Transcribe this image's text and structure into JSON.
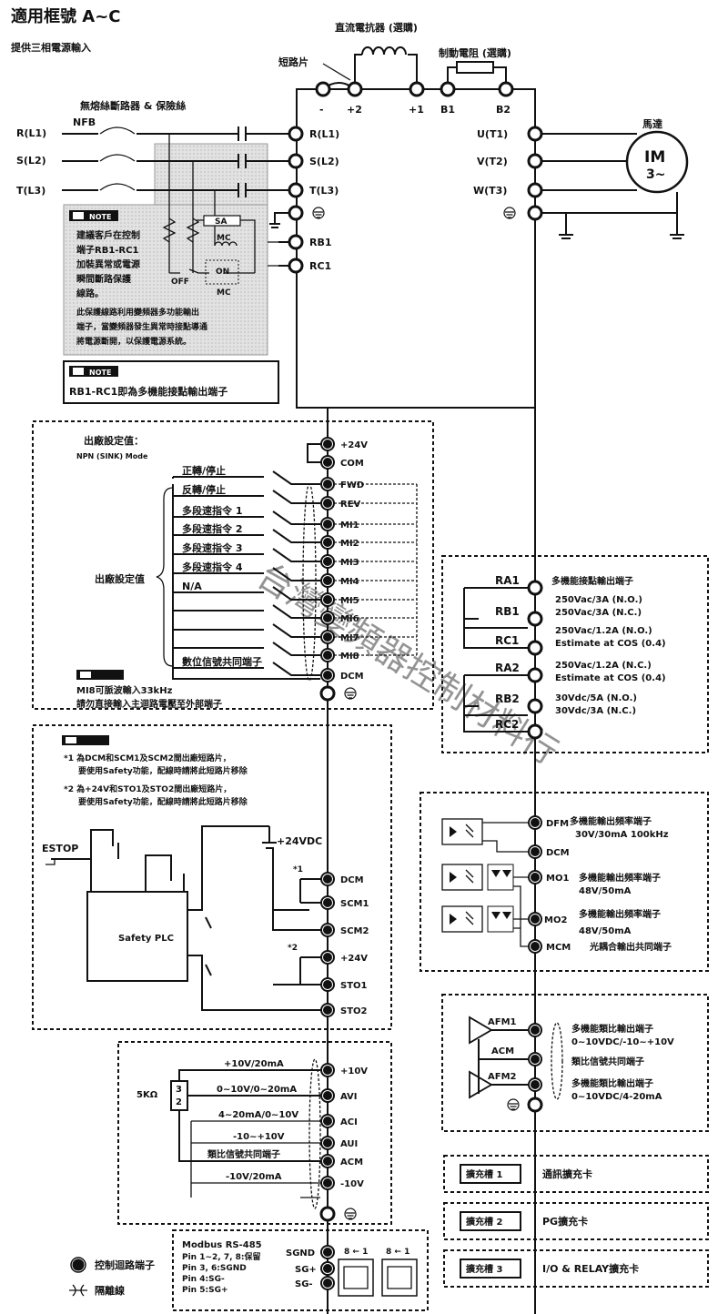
{
  "header": {
    "title": "適用框號 A~C",
    "subtitle": "提供三相電源輸入"
  },
  "power": {
    "dc_reactor": "直流電抗器 (選購)",
    "brake_resistor": "制動電阻 (選購)",
    "jumper": "短路片",
    "breaker": "無熔絲斷路器 & 保險絲",
    "nfb": "NFB",
    "dc_terms": [
      "-",
      "+2",
      "+1",
      "B1",
      "B2"
    ],
    "inputs_left": [
      "R(L1)",
      "S(L2)",
      "T(L3)"
    ],
    "inputs_term": [
      "R(L1)",
      "S(L2)",
      "T(L3)"
    ],
    "outputs": [
      "U(T1)",
      "V(T2)",
      "W(T3)"
    ],
    "motor": "馬達",
    "motor_im": "IM",
    "motor_phase": "3~",
    "rb1": "RB1",
    "rc1": "RC1"
  },
  "note_box": {
    "sa": "SA",
    "mc": "MC",
    "off": "OFF",
    "on": "ON",
    "note": "NOTE",
    "text_lines": [
      "建議客戶在控制",
      "端子RB1-RC1",
      "加裝異常或電源",
      "瞬間斷路保護",
      "線路。"
    ],
    "text2_lines": [
      "此保護線路利用變頻器多功能輸出",
      "端子，當變頻器發生異常時接點導通",
      "將電源斷開，以保護電源系統。"
    ],
    "note2": "RB1-RC1即為多機能接點輸出端子"
  },
  "digital_inputs": {
    "factory_title": "出廠設定值：",
    "factory_mode": "NPN (SINK) Mode",
    "group_label": "出廠設定值",
    "items": [
      "正轉/停止",
      "反轉/停止",
      "多段速指令 1",
      "多段速指令 2",
      "多段速指令 3",
      "多段速指令 4",
      "N/A",
      "",
      "",
      "",
      "數位信號共同端子"
    ],
    "terms": [
      "+24V",
      "COM",
      "FWD",
      "REV",
      "MI1",
      "MI2",
      "MI3",
      "MI4",
      "MI5",
      "MI6",
      "MI7",
      "MI8",
      "DCM"
    ],
    "note_lines": [
      "MI8可脈波輸入33kHz",
      "請勿直接輸入主迴路電壓至外部端子"
    ]
  },
  "relay": {
    "terms": [
      "RA1",
      "RB1",
      "RC1",
      "RA2",
      "RB2",
      "RC2"
    ],
    "desc": [
      "多機能接點輸出端子",
      "250Vac/3A (N.O.)",
      "250Vac/3A (N.C.)",
      "250Vac/1.2A (N.O.)",
      "Estimate at COS (0.4)",
      "250Vac/1.2A (N.C.)",
      "Estimate at COS (0.4)",
      "30Vdc/5A (N.O.)",
      "30Vdc/3A (N.C.)"
    ]
  },
  "safety": {
    "note1_lines": [
      "*1 為DCM和SCM1及SCM2間出廠短路片，",
      "要使用Safety功能，配線時請將此短路片移除"
    ],
    "note2_lines": [
      "*2 為+24V和STO1及STO2間出廠短路片，",
      "要使用Safety功能，配線時請將此短路片移除"
    ],
    "estop": "ESTOP",
    "plc": "Safety PLC",
    "vdc": "+24VDC",
    "m1": "*1",
    "m2": "*2",
    "terms": [
      "DCM",
      "SCM1",
      "SCM2",
      "+24V",
      "STO1",
      "STO2"
    ]
  },
  "digital_outputs": {
    "terms": [
      "DFM",
      "DCM",
      "MO1",
      "MO2",
      "MCM"
    ],
    "dfm_desc": [
      "多機能輸出頻率端子",
      "30V/30mA 100kHz"
    ],
    "mo1_desc": [
      "多機能輸出頻率端子",
      "48V/50mA"
    ],
    "mo2_desc": [
      "多機能輸出頻率端子",
      "48V/50mA"
    ],
    "mcm_desc": "光耦合輸出共同端子"
  },
  "analog_outputs": {
    "terms": [
      "AFM1",
      "ACM",
      "AFM2"
    ],
    "afm1_desc": [
      "多機能類比輸出端子",
      "0~10VDC/-10~+10V"
    ],
    "acm_desc": "類比信號共同端子",
    "afm2_desc": [
      "多機能類比輸出端子",
      "0~10VDC/4-20mA"
    ]
  },
  "analog_inputs": {
    "pot": "5KΩ",
    "pot_pins": [
      "3",
      "2"
    ],
    "labels": [
      "+10V/20mA",
      "0~10V/0~20mA",
      "4~20mA/0~10V",
      "-10~+10V",
      "類比信號共同端子",
      "-10V/20mA"
    ],
    "terms": [
      "+10V",
      "AVI",
      "ACI",
      "AUI",
      "ACM",
      "-10V"
    ]
  },
  "comm": {
    "lines": [
      "Modbus RS-485",
      "Pin 1~2, 7, 8:保留",
      "Pin 3, 6:SGND",
      "Pin 4:SG-",
      "Pin 5:SG+"
    ],
    "terms": [
      "SGND",
      "SG+",
      "SG-"
    ],
    "pins": [
      "8 ← 1",
      "8 ← 1"
    ]
  },
  "legend": {
    "ctrl": "控制迴路端子",
    "shield": "隔離線"
  },
  "slots": [
    {
      "slot": "擴充槽 1",
      "desc": "通訊擴充卡"
    },
    {
      "slot": "擴充槽 2",
      "desc": "PG擴充卡"
    },
    {
      "slot": "擴充槽 3",
      "desc": "I/O & RELAY擴充卡"
    }
  ],
  "watermark": "台灣變頻器控制材料行"
}
